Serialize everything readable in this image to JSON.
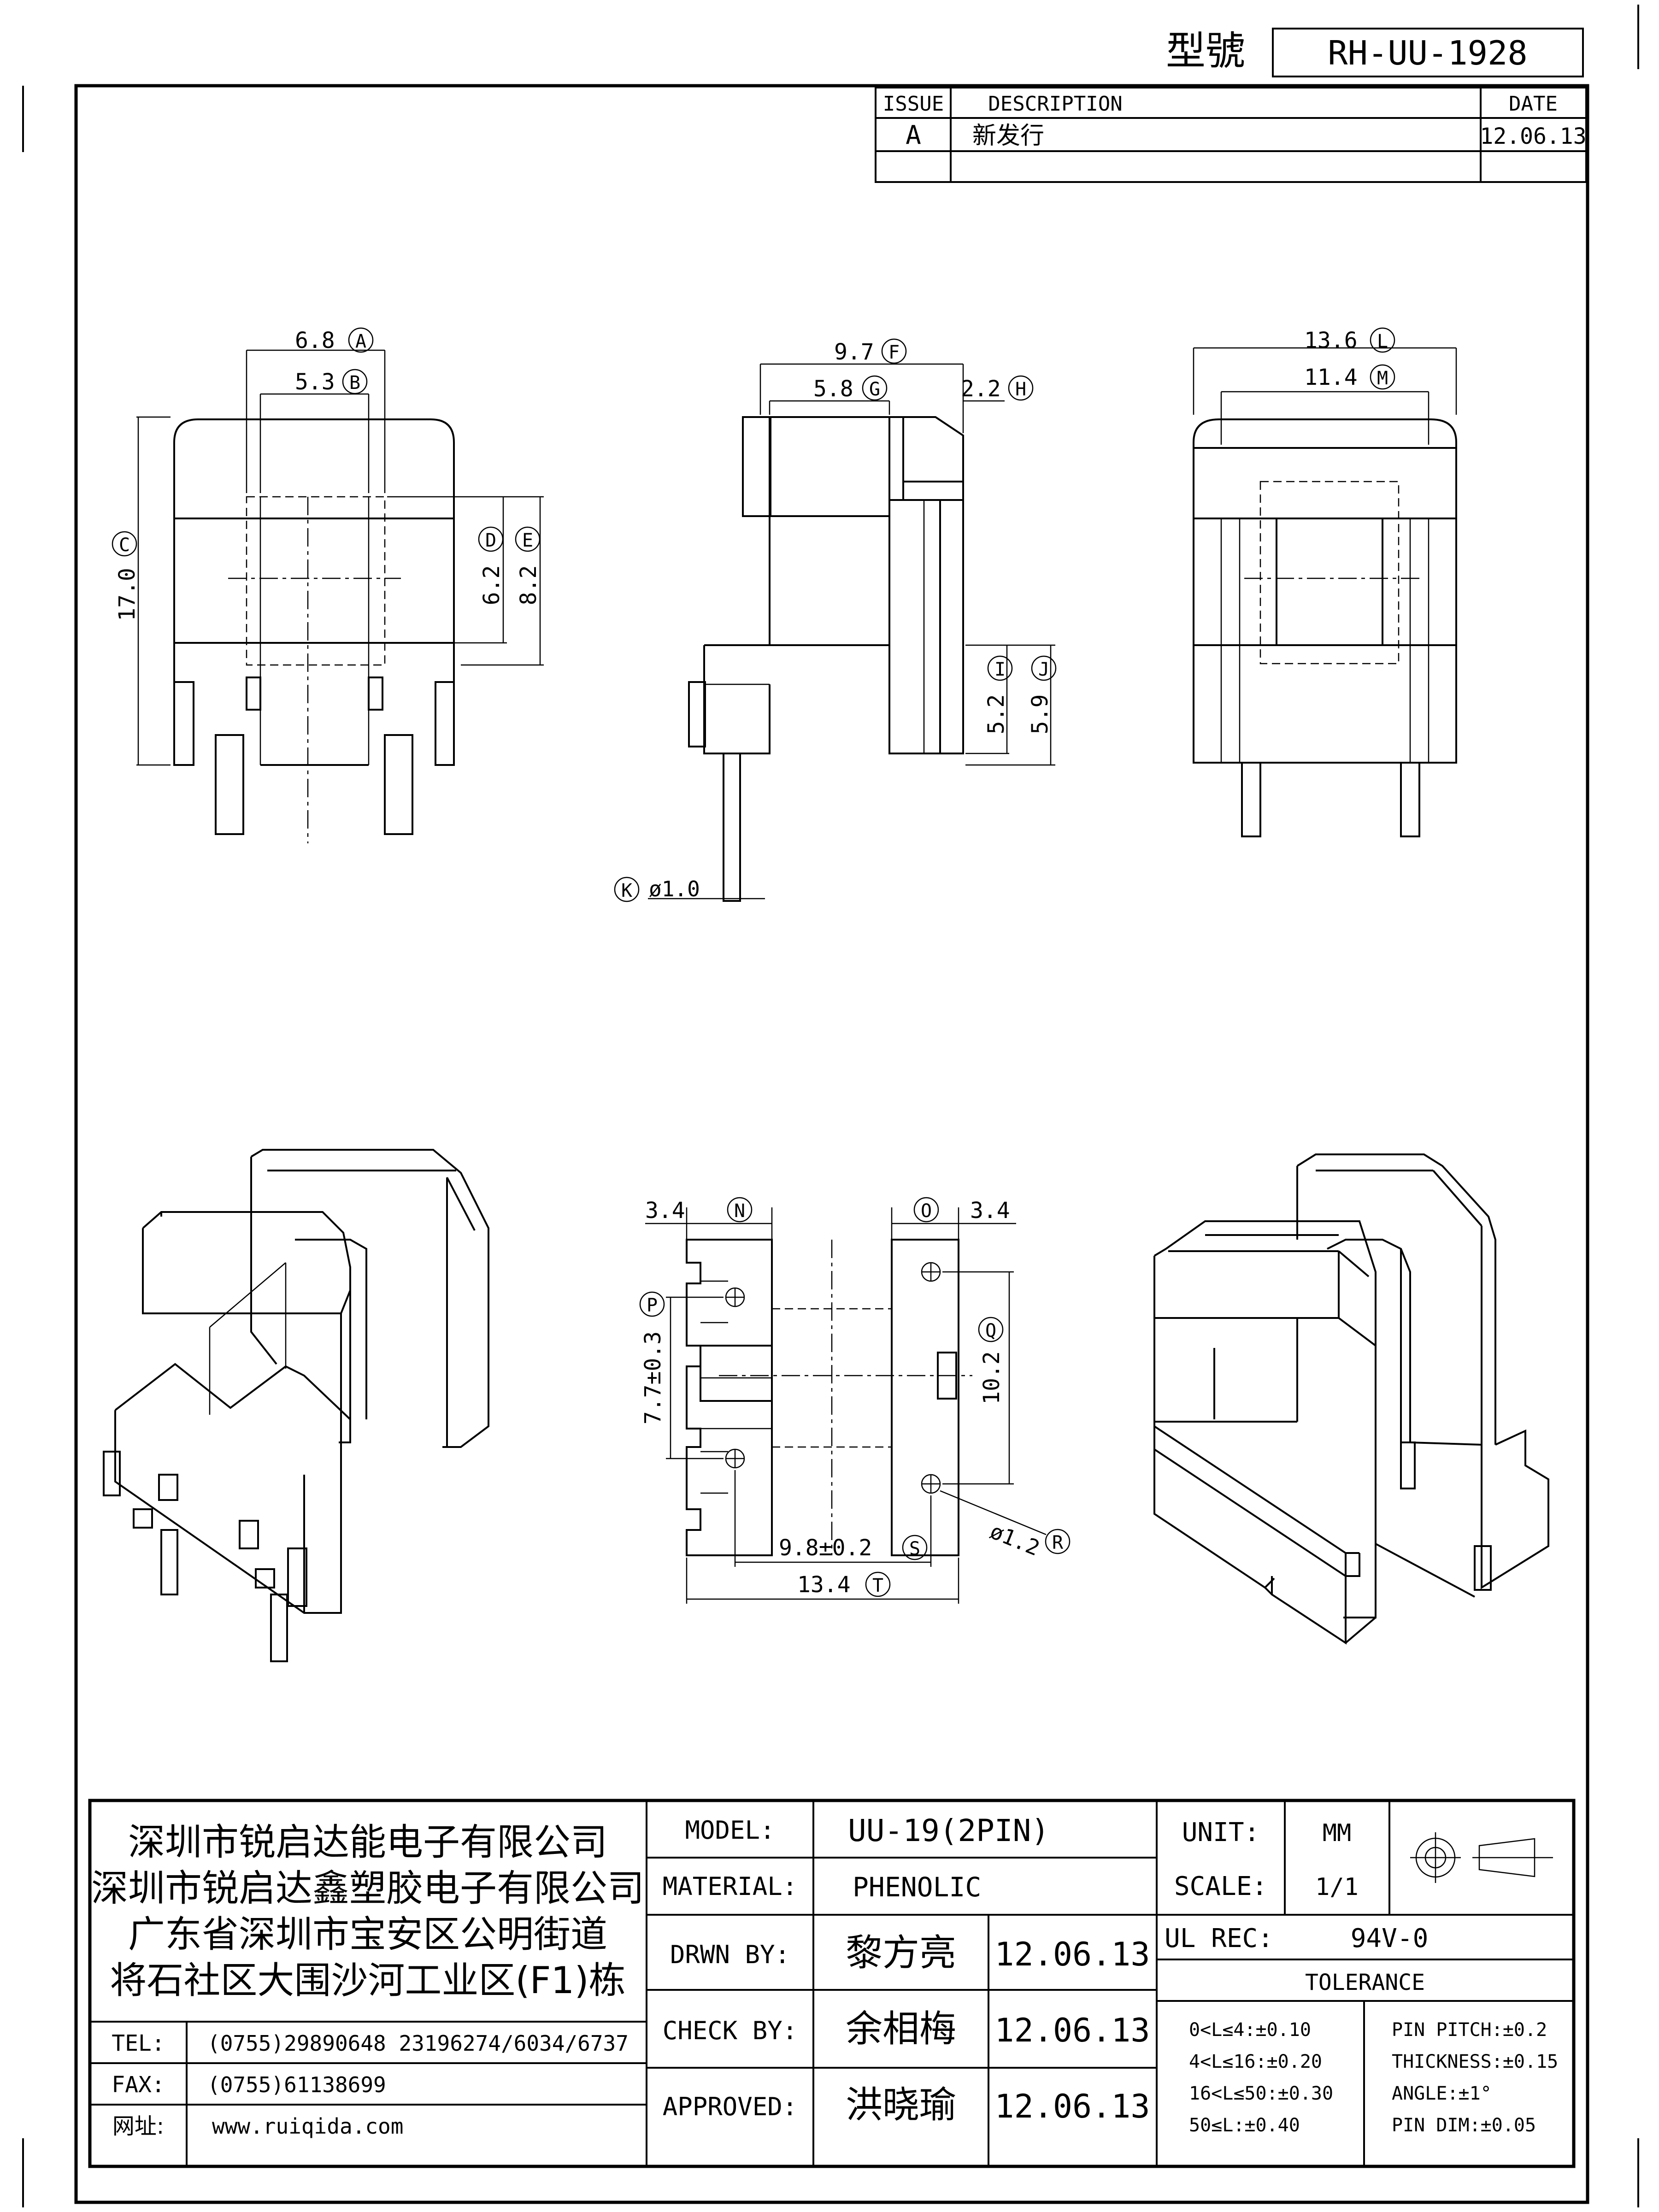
{
  "header": {
    "model_label": "型號",
    "model_value": "RH-UU-1928"
  },
  "revision": {
    "columns": [
      "ISSUE",
      "DESCRIPTION",
      "DATE"
    ],
    "rows": [
      {
        "issue": "A",
        "description": "新发行",
        "date": "12.06.13"
      }
    ]
  },
  "dimensions": {
    "A": {
      "value": "6.8",
      "letter": "A"
    },
    "B": {
      "value": "5.3",
      "letter": "B"
    },
    "C": {
      "value": "17.0",
      "letter": "C"
    },
    "D": {
      "value": "6.2",
      "letter": "D"
    },
    "E": {
      "value": "8.2",
      "letter": "E"
    },
    "F": {
      "value": "9.7",
      "letter": "F"
    },
    "G": {
      "value": "5.8",
      "letter": "G"
    },
    "H": {
      "value": "2.2",
      "letter": "H"
    },
    "I": {
      "value": "5.2",
      "letter": "I"
    },
    "J": {
      "value": "5.9",
      "letter": "J"
    },
    "K": {
      "value": "ø1.0",
      "letter": "K"
    },
    "L": {
      "value": "13.6",
      "letter": "L"
    },
    "M": {
      "value": "11.4",
      "letter": "M"
    },
    "N": {
      "value": "3.4",
      "letter": "N"
    },
    "O": {
      "value": "3.4",
      "letter": "O"
    },
    "P": {
      "value": "7.7±0.3",
      "letter": "P"
    },
    "Q": {
      "value": "10.2",
      "letter": "Q"
    },
    "R": {
      "value": "ø1.2",
      "letter": "R"
    },
    "S": {
      "value": "9.8±0.2",
      "letter": "S"
    },
    "T": {
      "value": "13.4",
      "letter": "T"
    }
  },
  "company": {
    "lines": [
      "深圳市锐启达能电子有限公司",
      "深圳市锐启达鑫塑胶电子有限公司",
      "广东省深圳市宝安区公明街道",
      "将石社区大围沙河工业区(F1)栋"
    ],
    "tel_label": "TEL:",
    "tel_value": "(0755)29890648  23196274/6034/6737",
    "fax_label": "FAX:",
    "fax_value": "(0755)61138699",
    "web_label": "网址:",
    "web_value": "www.ruiqida.com"
  },
  "title_block": {
    "model_label": "MODEL:",
    "model_value": "UU-19(2PIN)",
    "material_label": "MATERIAL:",
    "material_value": "PHENOLIC",
    "drawn_label": "DRWN BY:",
    "drawn_name": "黎方亮",
    "drawn_date": "12.06.13",
    "check_label": "CHECK BY:",
    "check_name": "余相梅",
    "check_date": "12.06.13",
    "approved_label": "APPROVED:",
    "approved_name": "洪晓瑜",
    "approved_date": "12.06.13",
    "unit_label": "UNIT:",
    "unit_value": "MM",
    "scale_label": "SCALE:",
    "scale_value": "1/1",
    "ul_label": "UL REC:",
    "ul_value": "94V-0",
    "tolerance_label": "TOLERANCE",
    "tolerance_left": [
      "0<L≤4:±0.10",
      "4<L≤16:±0.20",
      "16<L≤50:±0.30",
      "50≤L:±0.40"
    ],
    "tolerance_right": [
      "PIN PITCH:±0.2",
      "THICKNESS:±0.15",
      "ANGLE:±1°",
      "PIN DIM:±0.05"
    ]
  }
}
